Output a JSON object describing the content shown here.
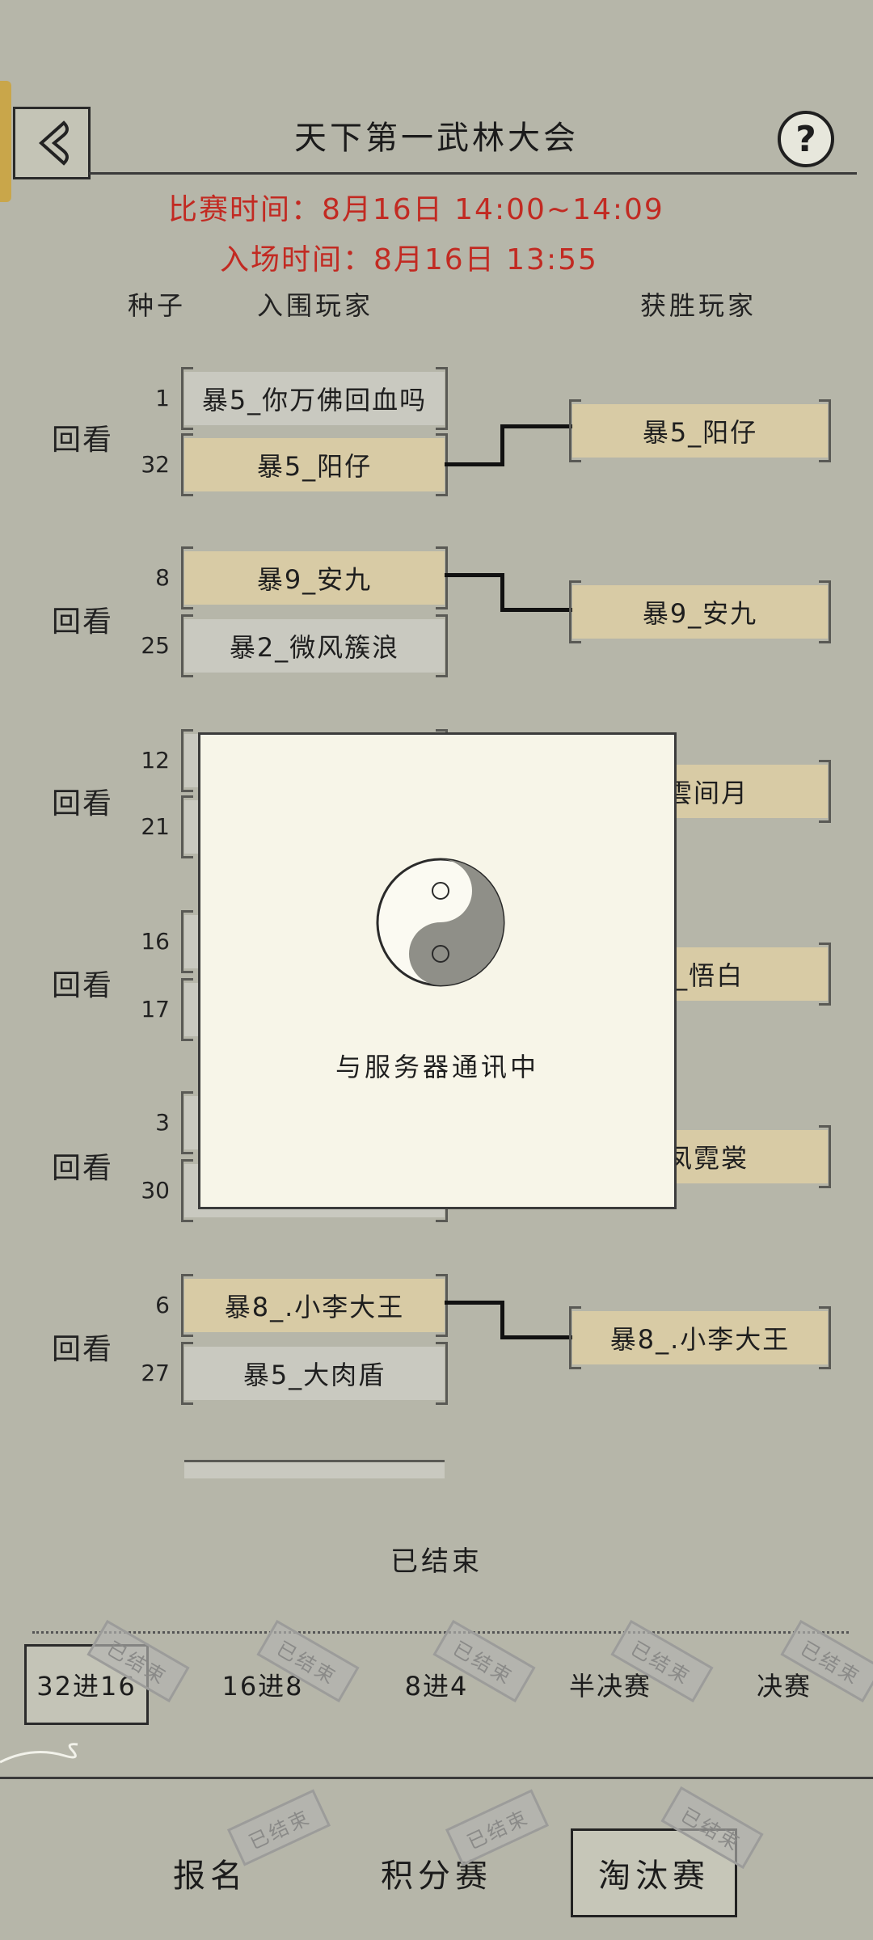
{
  "header": {
    "title": "天下第一武林大会",
    "help_label": "?"
  },
  "schedule": {
    "match_time": "比赛时间：8月16日   14:00~14:09",
    "entry_time": "入场时间：8月16日   13:55"
  },
  "columns": {
    "seed": "种子",
    "entrants": "入围玩家",
    "winners": "获胜玩家"
  },
  "replay_label": "回看",
  "matches": [
    {
      "top_seed": "1",
      "top_name": "暴5_你万佛回血吗",
      "bottom_seed": "32",
      "bottom_name": "暴5_阳仔",
      "winner": "暴5_阳仔"
    },
    {
      "top_seed": "8",
      "top_name": "暴9_安九",
      "bottom_seed": "25",
      "bottom_name": "暴2_微风簇浪",
      "winner": "暴9_安九"
    },
    {
      "top_seed": "12",
      "top_name": "",
      "bottom_seed": "21",
      "bottom_name": "",
      "winner": "_雲间月"
    },
    {
      "top_seed": "16",
      "top_name": "",
      "bottom_seed": "17",
      "bottom_name": "",
      "winner": "9_悟白"
    },
    {
      "top_seed": "3",
      "top_name": "",
      "bottom_seed": "30",
      "bottom_name": "",
      "winner": "_凤霓裳"
    },
    {
      "top_seed": "6",
      "top_name": "暴8_.小李大王",
      "bottom_seed": "27",
      "bottom_name": "暴5_大肉盾",
      "winner": "暴8_.小李大王"
    }
  ],
  "modal": {
    "message": "与服务器通讯中"
  },
  "status_text": "已结束",
  "round_tabs": [
    "32进16",
    "16进8",
    "8进4",
    "半决赛",
    "决赛"
  ],
  "stamp_text": "已结束",
  "bottom_tabs": [
    "报名",
    "积分赛",
    "淘汰赛"
  ],
  "colors": {
    "background": "#b6b6a9",
    "winner_fill": "#d8cba5",
    "time_text": "#c22a22"
  }
}
